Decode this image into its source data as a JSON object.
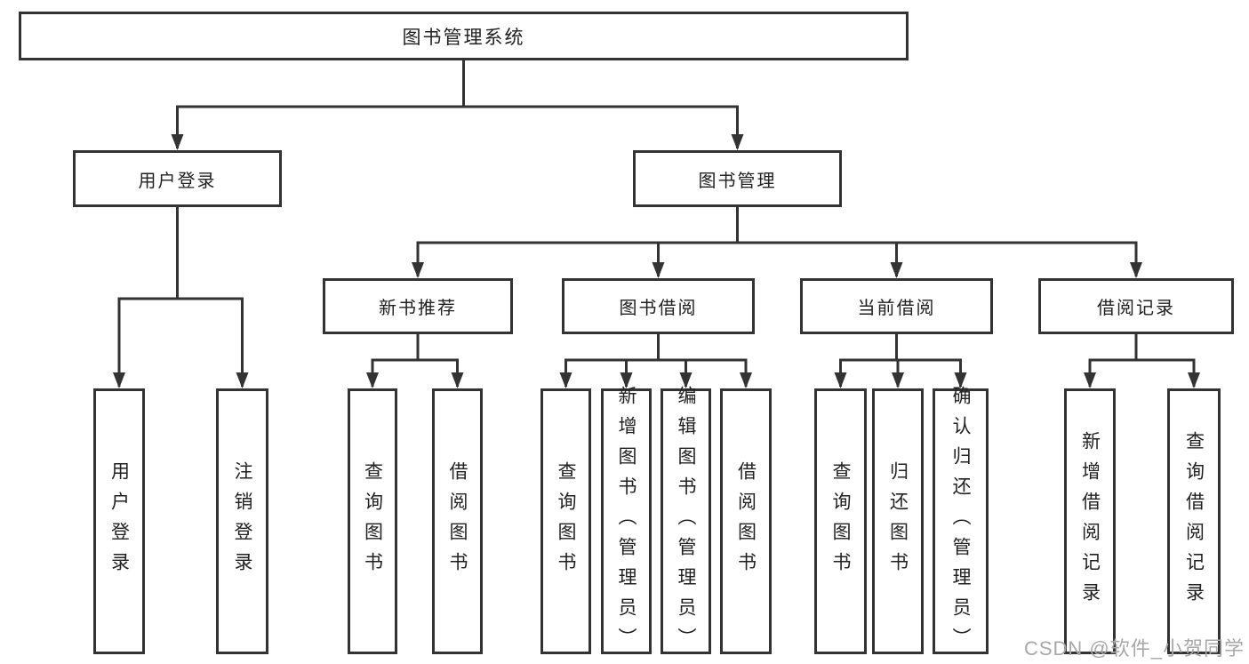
{
  "diagram": {
    "title": "图书管理系统",
    "branches": [
      {
        "label": "用户登录",
        "children": [
          {
            "label": "用户登录"
          },
          {
            "label": "注销登录"
          }
        ]
      },
      {
        "label": "图书管理",
        "children": [
          {
            "label": "新书推荐",
            "children": [
              {
                "label": "查询图书"
              },
              {
                "label": "借阅图书"
              }
            ]
          },
          {
            "label": "图书借阅",
            "children": [
              {
                "label": "查询图书"
              },
              {
                "label": "新增图书（管理员）"
              },
              {
                "label": "编辑图书（管理员）"
              },
              {
                "label": "借阅图书"
              }
            ]
          },
          {
            "label": "当前借阅",
            "children": [
              {
                "label": "查询图书"
              },
              {
                "label": "归还图书"
              },
              {
                "label": "确认归还（管理员）"
              }
            ]
          },
          {
            "label": "借阅记录",
            "children": [
              {
                "label": "新增借阅记录"
              },
              {
                "label": "查询借阅记录"
              }
            ]
          }
        ]
      }
    ]
  },
  "watermark": "CSDN @软件_小贺同学",
  "colors": {
    "line": "#333333",
    "box_border": "#333333",
    "text": "#212121",
    "watermark": "#a8a8a8",
    "background": "#ffffff"
  }
}
